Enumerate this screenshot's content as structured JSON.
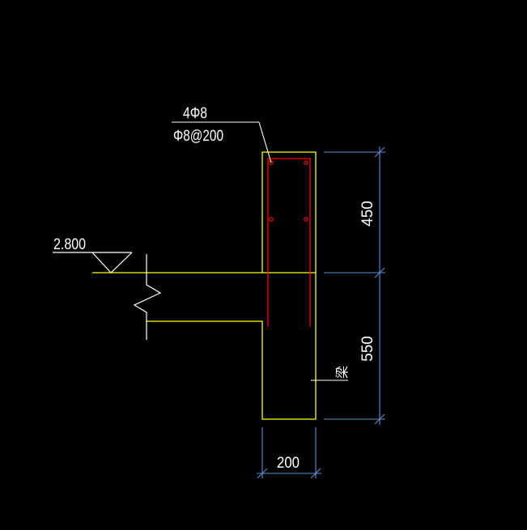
{
  "annotations": {
    "rebar_main": "4Φ8",
    "stirrup": "Φ8@200",
    "elevation": "2.800",
    "beam_label": "梁"
  },
  "dimensions": {
    "upper_height": "450",
    "lower_height": "550",
    "width": "200"
  },
  "colors": {
    "background": "#000000",
    "concrete_outline": "#ffff00",
    "rebar": "#ff0000",
    "dimension_line": "#5a8fd8",
    "text": "#ffffff"
  }
}
